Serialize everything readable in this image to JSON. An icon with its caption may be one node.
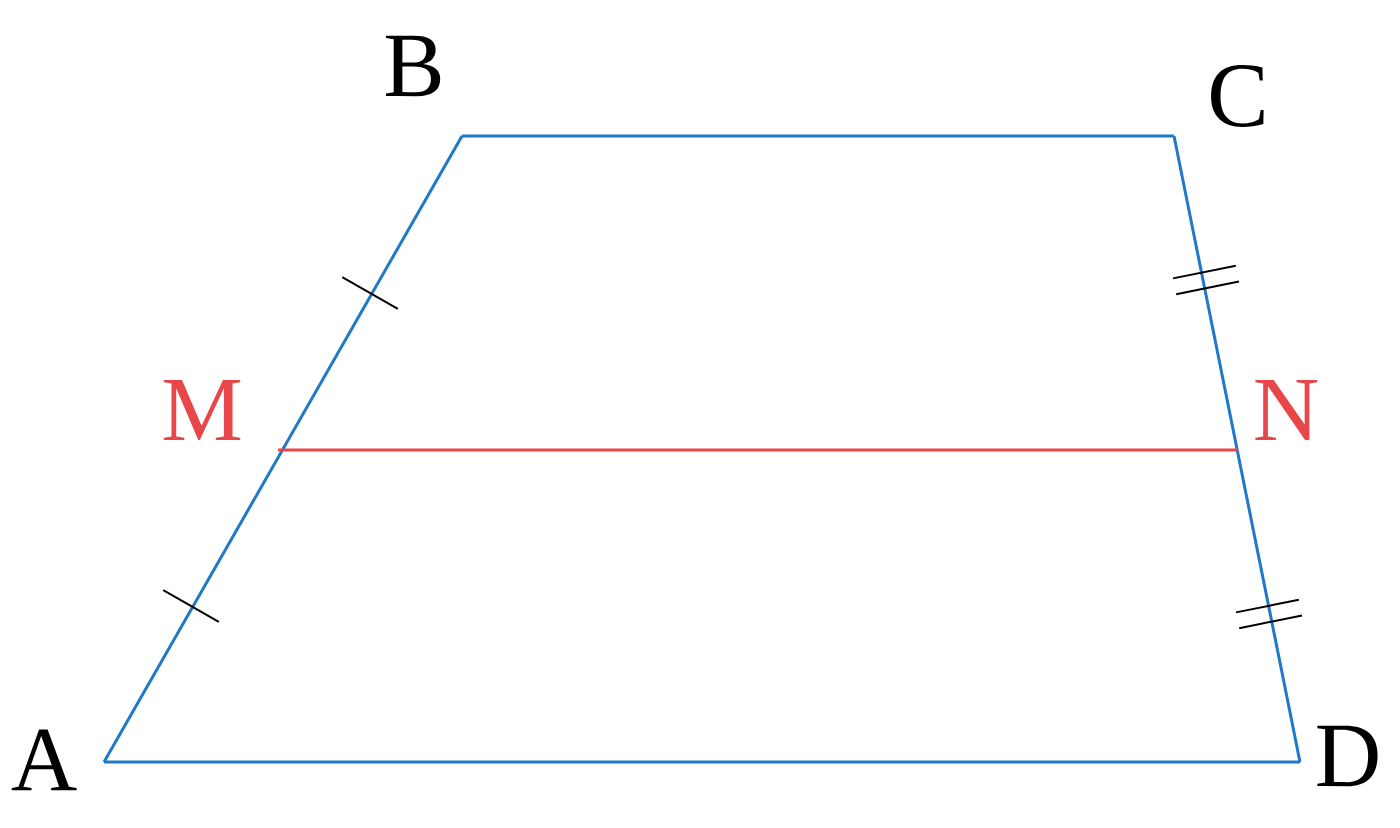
{
  "diagram": {
    "nodes": [
      {
        "text": [
          "A"
        ]
      },
      {
        "text": [
          "B"
        ]
      },
      {
        "text": [
          "C"
        ]
      },
      {
        "text": [
          "D"
        ]
      },
      {
        "text": [
          "M"
        ]
      },
      {
        "text": [
          "N"
        ]
      }
    ],
    "edges": [
      {
        "from": 0,
        "to": 1,
        "arrow": "none"
      },
      {
        "from": 1,
        "to": 2,
        "arrow": "none"
      },
      {
        "from": 2,
        "to": 3,
        "arrow": "none"
      },
      {
        "from": 3,
        "to": 0,
        "arrow": "none"
      },
      {
        "from": 4,
        "to": 5,
        "arrow": "none",
        "color": "#e8474a"
      }
    ]
  }
}
